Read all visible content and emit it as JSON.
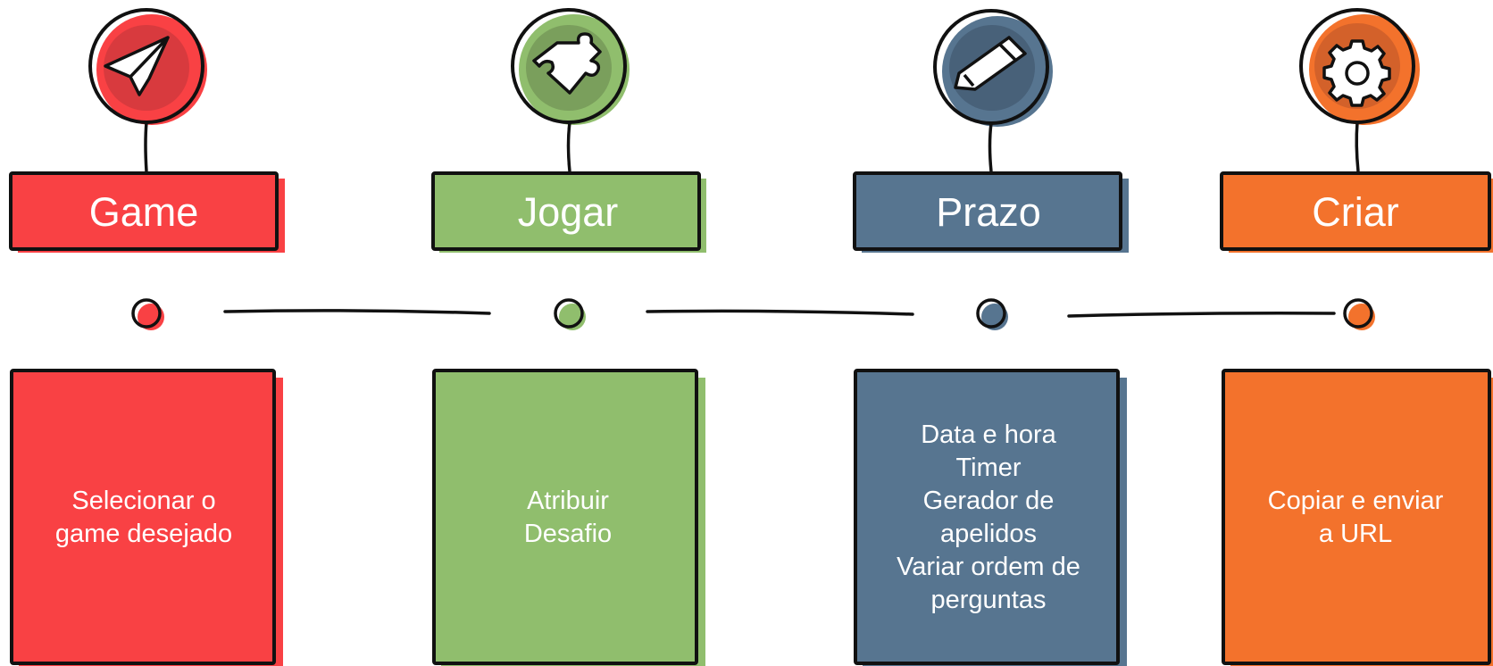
{
  "steps": [
    {
      "title": "Game",
      "icon": "paper-plane-icon",
      "color": "#F94144",
      "icon_bg": "#D83A3E",
      "lines": [
        "Selecionar o",
        "game desejado"
      ]
    },
    {
      "title": "Jogar",
      "icon": "puzzle-piece-icon",
      "color": "#90BE6D",
      "icon_bg": "#7A9F5C",
      "lines": [
        "Atribuir",
        "Desafio"
      ]
    },
    {
      "title": "Prazo",
      "icon": "pencil-icon",
      "color": "#577590",
      "icon_bg": "#486179",
      "lines": [
        "Data e hora",
        "Timer",
        "Gerador de",
        "apelidos",
        "Variar ordem de",
        "perguntas"
      ]
    },
    {
      "title": "Criar",
      "icon": "gear-icon",
      "color": "#F3722C",
      "icon_bg": "#D3612A",
      "lines": [
        "Copiar e enviar",
        "a URL"
      ]
    }
  ]
}
